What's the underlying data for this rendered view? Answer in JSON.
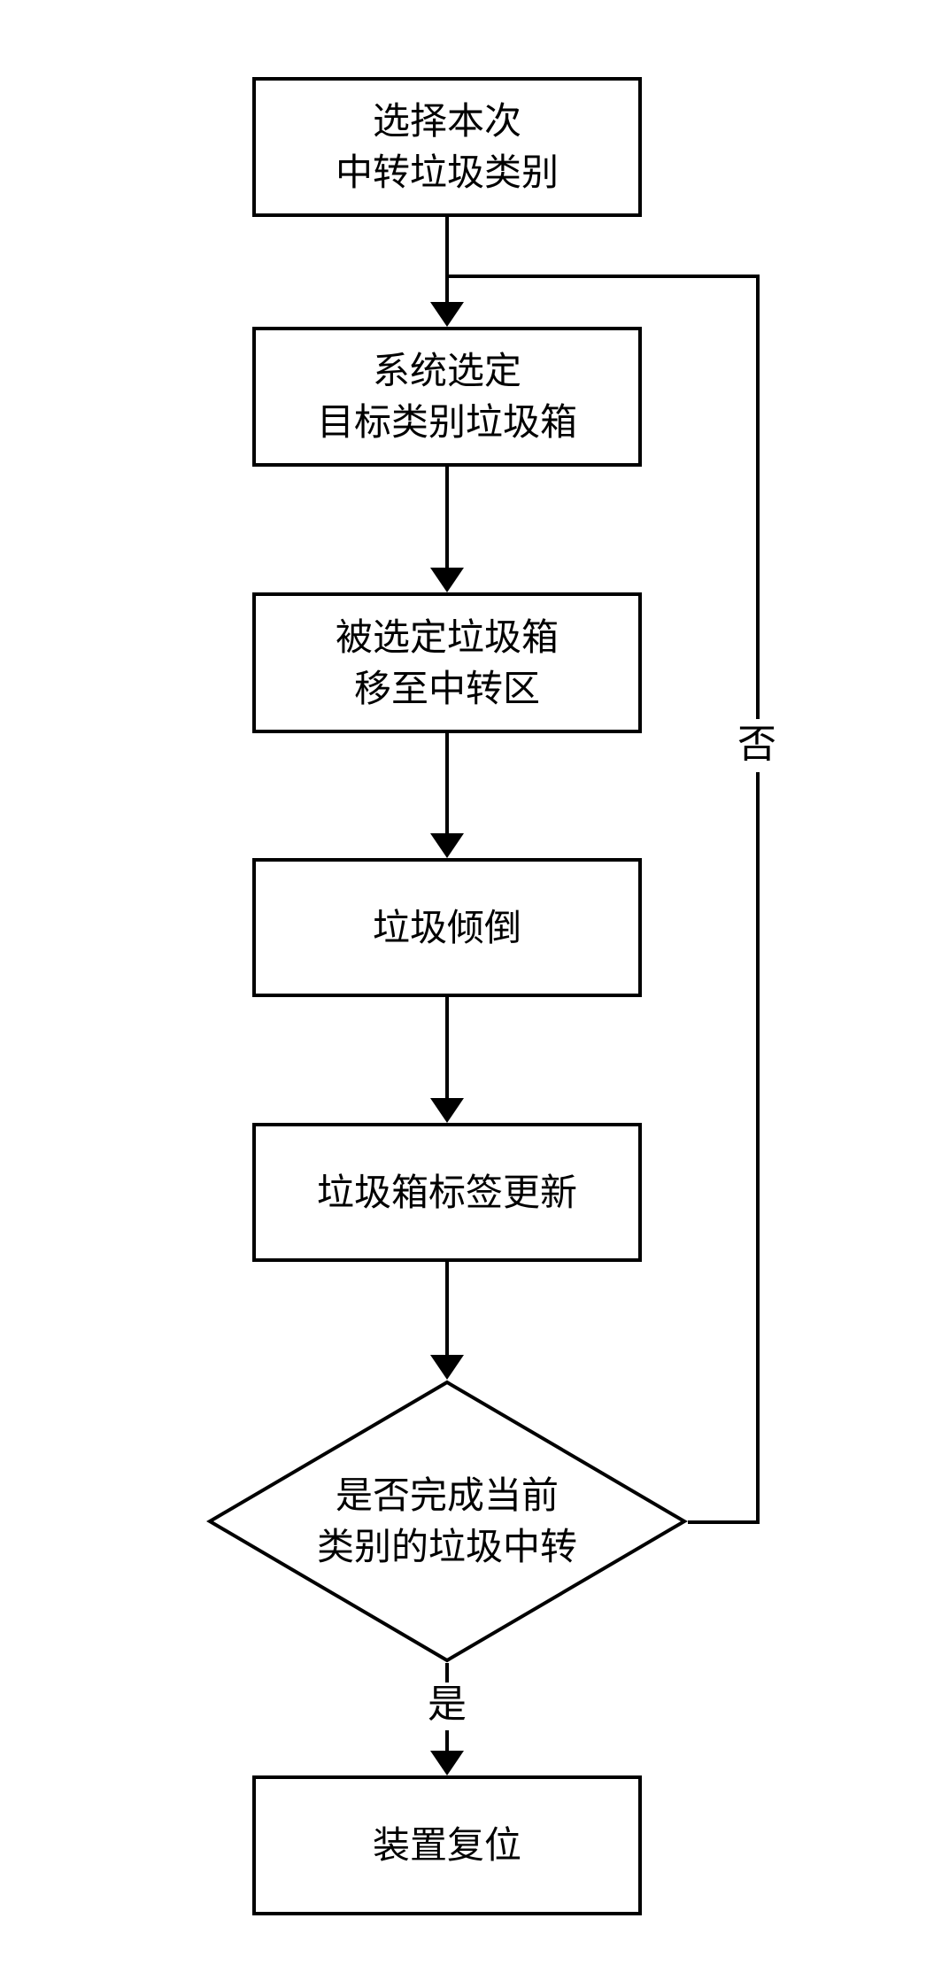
{
  "diagram": {
    "background_color": "#ffffff",
    "line_color": "#000000",
    "nodes": [
      {
        "id": "select-category",
        "type": "process",
        "lines": [
          "选择本次",
          "中转垃圾类别"
        ]
      },
      {
        "id": "assign-bin",
        "type": "process",
        "lines": [
          "系统选定",
          "目标类别垃圾箱"
        ]
      },
      {
        "id": "move-to-transfer",
        "type": "process",
        "lines": [
          "被选定垃圾箱",
          "移至中转区"
        ]
      },
      {
        "id": "dump-garbage",
        "type": "process",
        "lines": [
          "垃圾倾倒"
        ]
      },
      {
        "id": "update-label",
        "type": "process",
        "lines": [
          "垃圾箱标签更新"
        ]
      },
      {
        "id": "decision-complete",
        "type": "decision",
        "lines": [
          "是否完成当前",
          "类别的垃圾中转"
        ]
      },
      {
        "id": "device-reset",
        "type": "process",
        "lines": [
          "装置复位"
        ]
      }
    ],
    "edge_labels": {
      "no": "否",
      "yes": "是"
    }
  }
}
